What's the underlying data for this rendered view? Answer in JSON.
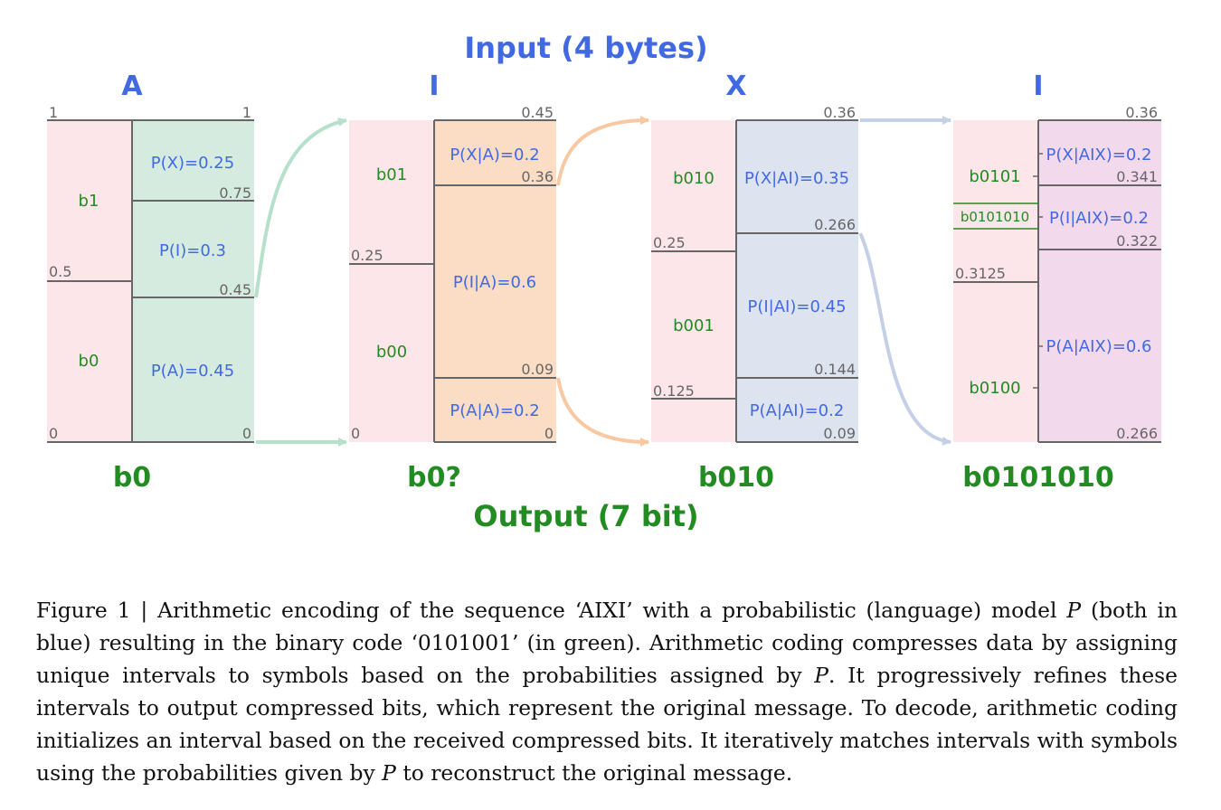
{
  "header": {
    "title": "Input (4 bytes)"
  },
  "footer": {
    "title": "Output (7 bit)"
  },
  "colors": {
    "pink": "#fde6ea",
    "green": "#d5ebdf",
    "orange": "#fbdcc4",
    "blue_gray": "#dde3ef",
    "purple": "#f3d9ec",
    "line": "#666666",
    "arrow_green": "#b5e0c9",
    "arrow_orange": "#f8c8a3",
    "arrow_blue": "#c5d0e6"
  },
  "columns": [
    {
      "letter": "A",
      "bits_label": "b0",
      "left_ticks": [
        "1",
        "0.5",
        "0"
      ],
      "right_ticks": [
        "1",
        "0.75",
        "0.45",
        "0"
      ],
      "codes": [
        "b1",
        "b0"
      ],
      "probs": [
        "P(X)=0.25",
        "P(I)=0.3",
        "P(A)=0.45"
      ]
    },
    {
      "letter": "I",
      "bits_label": "b0?",
      "left_ticks": [
        "0.25",
        "0"
      ],
      "right_ticks": [
        "0.45",
        "0.36",
        "0.09",
        "0"
      ],
      "codes": [
        "b01",
        "b00"
      ],
      "probs": [
        "P(X|A)=0.2",
        "P(I|A)=0.6",
        "P(A|A)=0.2"
      ]
    },
    {
      "letter": "X",
      "bits_label": "b010",
      "left_ticks": [
        "0.25",
        "0.125"
      ],
      "right_ticks": [
        "0.36",
        "0.266",
        "0.144",
        "0.09"
      ],
      "codes": [
        "b010",
        "b001"
      ],
      "probs": [
        "P(X|AI)=0.35",
        "P(I|AI)=0.45",
        "P(A|AI)=0.2"
      ]
    },
    {
      "letter": "I",
      "bits_label": "b0101010",
      "left_ticks": [
        "0.3125"
      ],
      "right_ticks": [
        "0.36",
        "0.341",
        "0.322",
        "0.266"
      ],
      "codes": [
        "b0101",
        "b0101010",
        "b0100"
      ],
      "probs": [
        "P(X|AIX)=0.2",
        "P(I|AIX)=0.2",
        "P(A|AIX)=0.6"
      ]
    }
  ],
  "caption": {
    "part1": "Figure 1 | Arithmetic encoding of the sequence ‘AIXI’ with a probabilistic (language) model ",
    "p1": "P",
    "part2": " (both in blue) resulting in the binary code ‘0101001’ (in green). Arithmetic coding compresses data by assigning unique intervals to symbols based on the probabilities assigned by ",
    "p2": "P",
    "part3": ". It progressively refines these intervals to output compressed bits, which represent the original message. To decode, arithmetic coding initializes an interval based on the received compressed bits. It iteratively matches intervals with symbols using the probabilities given by ",
    "p3": "P",
    "part4": " to reconstruct the original message."
  }
}
